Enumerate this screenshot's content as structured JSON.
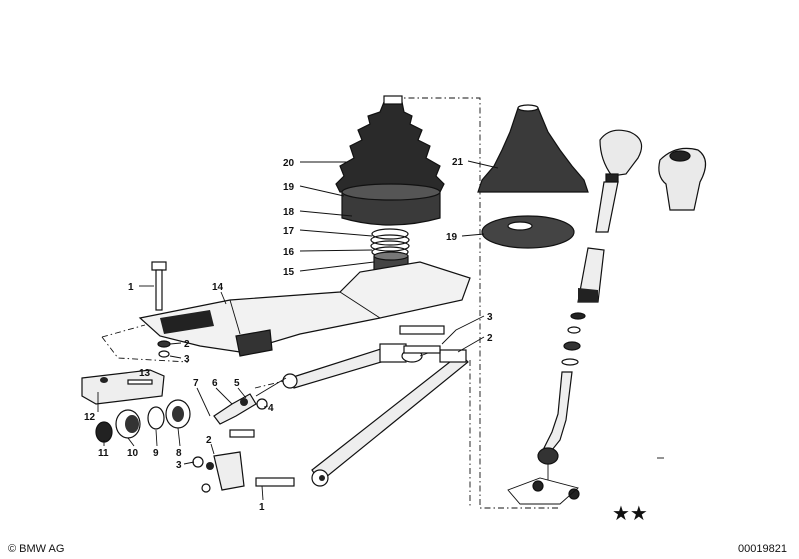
{
  "callouts": [
    {
      "id": "c20",
      "text": "20"
    },
    {
      "id": "c19a",
      "text": "19"
    },
    {
      "id": "c18",
      "text": "18"
    },
    {
      "id": "c17",
      "text": "17"
    },
    {
      "id": "c16",
      "text": "16"
    },
    {
      "id": "c15",
      "text": "15"
    },
    {
      "id": "c21",
      "text": "21"
    },
    {
      "id": "c19b",
      "text": "19"
    },
    {
      "id": "c14",
      "text": "14"
    },
    {
      "id": "c1a",
      "text": "1"
    },
    {
      "id": "c2a",
      "text": "2"
    },
    {
      "id": "c3a",
      "text": "3"
    },
    {
      "id": "c13",
      "text": "13"
    },
    {
      "id": "c12",
      "text": "12"
    },
    {
      "id": "c11",
      "text": "11"
    },
    {
      "id": "c10",
      "text": "10"
    },
    {
      "id": "c9",
      "text": "9"
    },
    {
      "id": "c8",
      "text": "8"
    },
    {
      "id": "c7",
      "text": "7"
    },
    {
      "id": "c6",
      "text": "6"
    },
    {
      "id": "c5",
      "text": "5"
    },
    {
      "id": "c4",
      "text": "4"
    },
    {
      "id": "c2b",
      "text": "2"
    },
    {
      "id": "c3b",
      "text": "3"
    },
    {
      "id": "c1b",
      "text": "1"
    },
    {
      "id": "c3c",
      "text": "3"
    },
    {
      "id": "c2c",
      "text": "2"
    }
  ],
  "footer": {
    "copyright": "© BMW AG",
    "diagram_number": "00019821",
    "stars": "★★"
  },
  "colors": {
    "ink": "#111111",
    "rubber": "#2a2a2a",
    "background": "#ffffff"
  }
}
